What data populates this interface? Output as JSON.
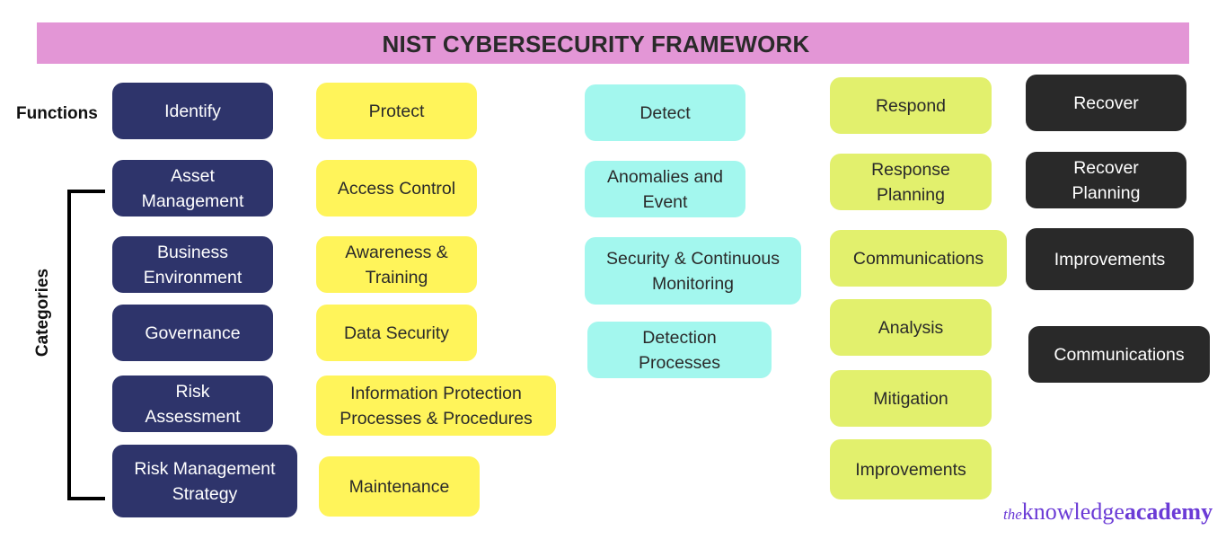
{
  "title": "NIST CYBERSECURITY FRAMEWORK",
  "row_labels": {
    "functions": "Functions",
    "categories": "Categories"
  },
  "colors": {
    "banner": "#e396d6",
    "identify": "#2e346b",
    "protect": "#fff45a",
    "detect": "#a3f7ee",
    "respond": "#e2f06d",
    "recover": "#292929"
  },
  "columns": [
    {
      "function": "Identify",
      "categories": [
        "Asset\nManagement",
        "Business\nEnvironment",
        "Governance",
        "Risk\nAssessment",
        "Risk Management\nStrategy"
      ]
    },
    {
      "function": "Protect",
      "categories": [
        "Access Control",
        "Awareness &\nTraining",
        "Data Security",
        "Information Protection\nProcesses & Procedures",
        "Maintenance"
      ]
    },
    {
      "function": "Detect",
      "categories": [
        "Anomalies and\nEvent",
        "Security & Continuous\nMonitoring",
        "Detection\nProcesses"
      ]
    },
    {
      "function": "Respond",
      "categories": [
        "Response\nPlanning",
        "Communications",
        "Analysis",
        "Mitigation",
        "Improvements"
      ]
    },
    {
      "function": "Recover",
      "categories": [
        "Recover\nPlanning",
        "Improvements",
        "Communications"
      ]
    }
  ],
  "logo": {
    "the": "the",
    "knowledge": "knowledge",
    "academy": "academy"
  }
}
